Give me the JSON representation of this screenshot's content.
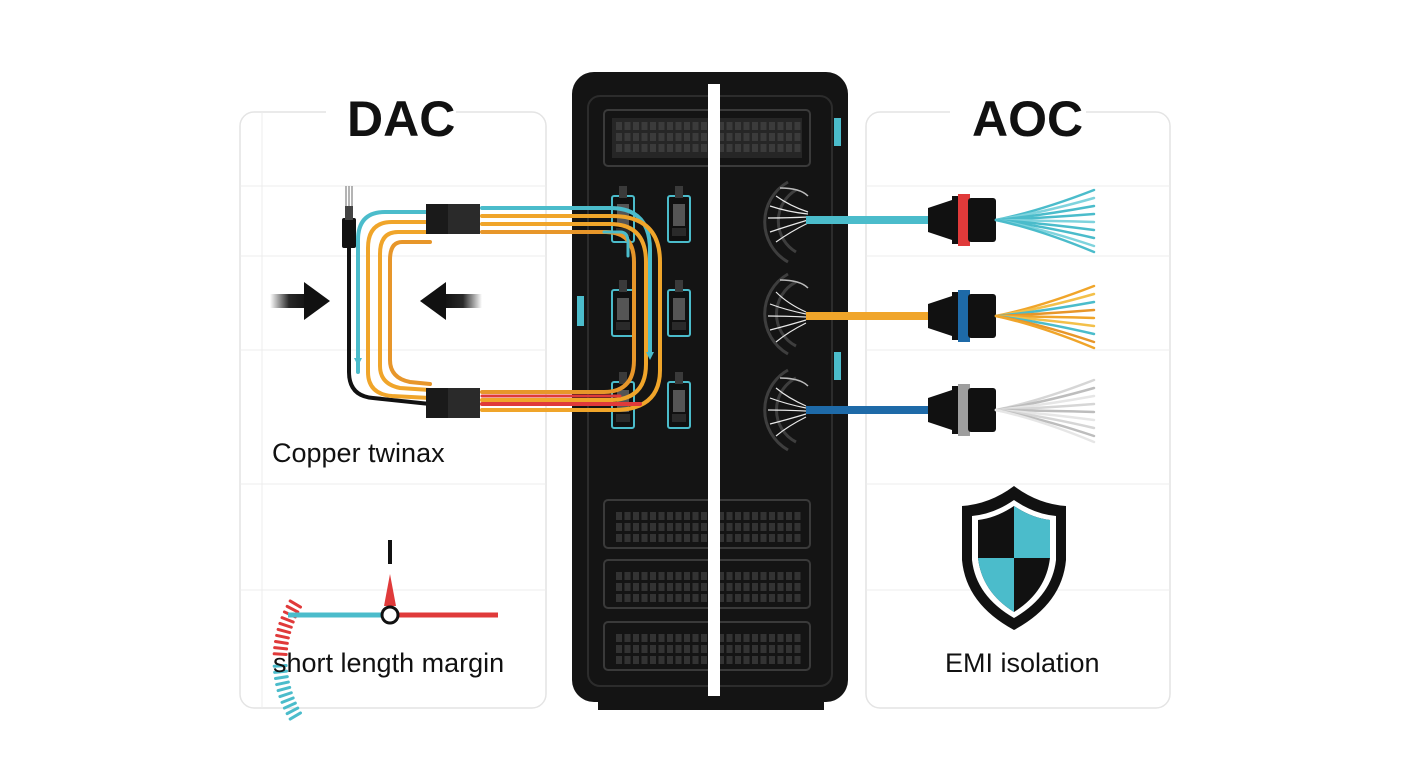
{
  "dac": {
    "title": "DAC",
    "cable_caption": "Copper twinax",
    "gauge_caption": "short length margin"
  },
  "aoc": {
    "title": "AOC",
    "shield_caption": "EMI isolation"
  },
  "colors": {
    "teal": "#4bbccb",
    "orange": "#f0a52a",
    "red": "#e03a3a",
    "blue": "#1e6aa8",
    "gray": "#bdbdbd",
    "switch_body": "#141414",
    "panel_border": "#e3e3e3"
  },
  "icons": {
    "left_push": "arrow-right-icon",
    "right_push": "arrow-left-icon",
    "gauge": "gauge-icon",
    "shield": "shield-icon",
    "switch": "network-switch-icon"
  }
}
